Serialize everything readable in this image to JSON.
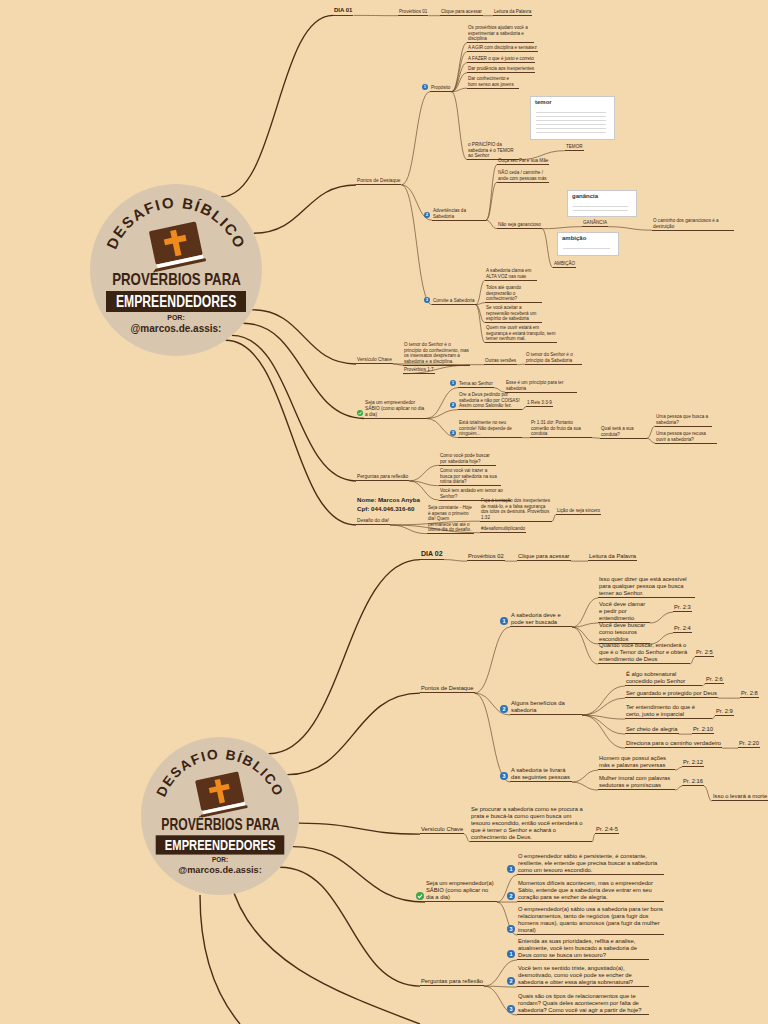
{
  "diagram": {
    "nodes": [
      {
        "text": [
          "DESAFIO BÍBLICO",
          "PROVÉRBIOS PARA",
          "EMPREENDEDORES",
          "POR:",
          "@marcos.de.assis:"
        ]
      },
      {
        "text": [
          "DIA 01"
        ]
      },
      {
        "text": [
          "Provérbios 01"
        ]
      },
      {
        "text": [
          "Clique para acessar"
        ]
      },
      {
        "text": [
          "Leitura da Palavra"
        ]
      },
      {
        "text": [
          "Pontos de Destaque"
        ]
      },
      {
        "text": [
          "Propósito"
        ]
      },
      {
        "text": [
          "Os provérbios ajudam você a experimentar a sabedoria e disciplina"
        ]
      },
      {
        "text": [
          "A AGIR com disciplina e sensatez"
        ]
      },
      {
        "text": [
          "A FAZER o que é justo e correto"
        ]
      },
      {
        "text": [
          "Dar prudência aos inexperientes"
        ]
      },
      {
        "text": [
          "Dar conhecimento e bom senso aos jovens"
        ]
      },
      {
        "text": [
          "temor"
        ]
      },
      {
        "text": [
          "o PRINCÍPIO da sabedoria é o TEMOR ao Senhor"
        ]
      },
      {
        "text": [
          "TEMOR"
        ]
      },
      {
        "text": [
          "Advertências da Sabedoria"
        ]
      },
      {
        "text": [
          "Ouça seu Pai e sua Mãe"
        ]
      },
      {
        "text": [
          "NÃO ceda / caminhe / ande com pessoas más"
        ]
      },
      {
        "text": [
          "Não seja ganancioso"
        ]
      },
      {
        "text": [
          "ganância"
        ]
      },
      {
        "text": [
          "GANÂNCIA"
        ]
      },
      {
        "text": [
          "O caminho dos gananciosos é a destruição"
        ]
      },
      {
        "text": [
          "ambição"
        ]
      },
      {
        "text": [
          "AMBIÇÃO"
        ]
      },
      {
        "text": [
          "Convite a Sabedoria"
        ]
      },
      {
        "text": [
          "A sabedoria clama em ALTA VOZ nas ruas"
        ]
      },
      {
        "text": [
          "Tolos até quando desprezarão o conhecimento?"
        ]
      },
      {
        "text": [
          "Se você aceitar a repreensão receberá um espírito de sabedoria"
        ]
      },
      {
        "text": [
          "Quem me ouvir estará em segurança e estará tranquilo, sem temer nenhum mal."
        ]
      },
      {
        "text": [
          "Versículo Chave"
        ]
      },
      {
        "text": [
          "O temor do Senhor é o princípio do conhecimento, mas os insensatos desprezam a sabedoria e a disciplina."
        ]
      },
      {
        "text": [
          "Provérbios 1:7"
        ]
      },
      {
        "text": [
          "Outras versões"
        ]
      },
      {
        "text": [
          "O temor do Senhor é o princípio da Sabedoria"
        ]
      },
      {
        "text": [
          "Seja um empreendedor SÁBIO (como aplicar no dia a dia)"
        ]
      },
      {
        "text": [
          "Tema ao Senhor"
        ]
      },
      {
        "text": [
          "Esse é um princípio para ter sabedoria"
        ]
      },
      {
        "text": [
          "Ore a Deus pedindo por sabedoria e não por COISAS! Assim como Salomão fez."
        ]
      },
      {
        "text": [
          "1 Reis 3:3-9"
        ]
      },
      {
        "text": [
          "Está totalmente no seu controle! Não depende de ninguém..."
        ]
      },
      {
        "text": [
          "Pr 1:31 diz: Portanto comerão do fruto da sua conduta"
        ]
      },
      {
        "text": [
          "Qual será a sua conduta?"
        ]
      },
      {
        "text": [
          "Uma pessoa que busca a sabedoria?"
        ]
      },
      {
        "text": [
          "Uma pessoa que recusa ouvir a sabedoria?"
        ]
      },
      {
        "text": [
          "Perguntas para reflexão"
        ]
      },
      {
        "text": [
          "Como você pode buscar por sabedoria hoje?"
        ]
      },
      {
        "text": [
          "Como você vai trazer a busca por sabedoria na sua rotina diária?"
        ]
      },
      {
        "text": [
          "Você tem andado em temor ao Senhor?"
        ]
      },
      {
        "text": [
          "Desafio do dia!"
        ]
      },
      {
        "text": [
          "Seja constante - Hoje é apenas o primeiro dia! Quem permanece vai até o último dia do desafio."
        ]
      },
      {
        "text": [
          "Fuja à tentação dos inexperientes de matá-lo, e a falsa segurança dos tolos os destruirá. Provérbios 1:32"
        ]
      },
      {
        "text": [
          "Lição de seja sincero"
        ]
      },
      {
        "text": [
          "#desafiomultiplicando"
        ]
      },
      {
        "text": [
          "DESAFIO BÍBLICO",
          "PROVÉRBIOS PARA",
          "EMPREENDEDORES",
          "POR:",
          "@marcos.de.assis:"
        ]
      },
      {
        "text": [
          "DIA 02"
        ]
      },
      {
        "text": [
          "Provérbios 02"
        ]
      },
      {
        "text": [
          "Clique para acessar"
        ]
      },
      {
        "text": [
          "Leitura da Palavra"
        ]
      },
      {
        "text": [
          "Pontos de Destaque"
        ]
      },
      {
        "text": [
          "A sabedoria deve e pode ser buscada"
        ]
      },
      {
        "text": [
          "Isso quer dizer que está acessível para qualquer pessoa que busca temer ao Senhor."
        ]
      },
      {
        "text": [
          "Você deve clamar e pedir por entendimento"
        ]
      },
      {
        "text": [
          "Pr. 2:3"
        ]
      },
      {
        "text": [
          "Você deve buscar como tesouros escondidos"
        ]
      },
      {
        "text": [
          "Pr. 2:4"
        ]
      },
      {
        "text": [
          "Quando você buscar, entenderá o que é o Temor do Senhor e obterá entendimento de Deus"
        ]
      },
      {
        "text": [
          "Pr. 2:5"
        ]
      },
      {
        "text": [
          "Alguns benefícios da sabedoria"
        ]
      },
      {
        "text": [
          "É algo sobrenatural concedido pelo Senhor"
        ]
      },
      {
        "text": [
          "Pr. 2:6"
        ]
      },
      {
        "text": [
          "Ser guardado e protegido por Deus"
        ]
      },
      {
        "text": [
          "Pr. 2:8"
        ]
      },
      {
        "text": [
          "Ter entendimento do que é certo, justo e imparcial"
        ]
      },
      {
        "text": [
          "Pr. 2:9"
        ]
      },
      {
        "text": [
          "Ser cheio de alegria"
        ]
      },
      {
        "text": [
          "Pr. 2:10"
        ]
      },
      {
        "text": [
          "Direciona para o caminho verdadeiro"
        ]
      },
      {
        "text": [
          "Pr. 2:20"
        ]
      },
      {
        "text": [
          "A sabedoria te livrará das seguintes pessoas"
        ]
      },
      {
        "text": [
          "Homem que possui ações más e palavras perversas"
        ]
      },
      {
        "text": [
          "Pr. 2:12"
        ]
      },
      {
        "text": [
          "Mulher imoral com palavras sedutoras e promíscuas"
        ]
      },
      {
        "text": [
          "Pr. 2:16"
        ]
      },
      {
        "text": [
          "Isso o levará a morte"
        ]
      },
      {
        "text": [
          "Versículo Chave"
        ]
      },
      {
        "text": [
          "Se procurar a sabedoria como se procura a prata e buscá-la como quem busca um tesouro escondido, então você entenderá o que é temer o Senhor e achará o conhecimento de Deus."
        ]
      },
      {
        "text": [
          "Pr. 2:4-5"
        ]
      },
      {
        "text": [
          "Seja um empreendedor(a) SÁBIO (como aplicar no dia a dia)"
        ]
      },
      {
        "text": [
          "O empreendedor sábio é persistente, é constante, resiliente, ele entende que precisa buscar a sabedoria como um tesouro escondido."
        ]
      },
      {
        "text": [
          "Momentos difíceis acontecem, mas o empreendedor Sábio, entende que a sabedoria deve entrar em seu coração para se encher de alegria."
        ]
      },
      {
        "text": [
          "O empreendedor(a) sábio usa a sabedoria para ter bons relacionamentos, tanto de negócios (para fugir dos homens maus), quanto amorosos (para fugir da mulher imoral)"
        ]
      },
      {
        "text": [
          "Perguntas para reflexão"
        ]
      },
      {
        "text": [
          "Entenda as suas prioridades, reflita e analise, atualmente, você tem buscado a sabedoria de Deus como se busca um tesouro?"
        ]
      },
      {
        "text": [
          "Você tem se sentido triste, angustiado(a), desmotivado, como você pode se encher de sabedoria e obter essa alegria sobrenatural?"
        ]
      },
      {
        "text": [
          "Quais são os tipos de relacionamentos que te rondam? Quais deles acontecerem por falta de sabedoria? Como você vai agir a partir de hoje?"
        ]
      }
    ],
    "edges": [
      {
        "from": 0,
        "to": 1,
        "arrow": "none"
      },
      {
        "from": 1,
        "to": 2,
        "arrow": "none"
      },
      {
        "from": 2,
        "to": 3,
        "arrow": "none"
      },
      {
        "from": 3,
        "to": 4,
        "arrow": "none"
      },
      {
        "from": 0,
        "to": 5,
        "arrow": "none"
      },
      {
        "from": 5,
        "to": 6,
        "arrow": "none"
      },
      {
        "from": 6,
        "to": 7,
        "arrow": "none"
      },
      {
        "from": 6,
        "to": 8,
        "arrow": "none"
      },
      {
        "from": 6,
        "to": 9,
        "arrow": "none"
      },
      {
        "from": 6,
        "to": 10,
        "arrow": "none"
      },
      {
        "from": 6,
        "to": 11,
        "arrow": "none"
      },
      {
        "from": 6,
        "to": 13,
        "arrow": "none"
      },
      {
        "from": 13,
        "to": 14,
        "arrow": "none"
      },
      {
        "from": 5,
        "to": 15,
        "arrow": "none"
      },
      {
        "from": 15,
        "to": 16,
        "arrow": "none"
      },
      {
        "from": 15,
        "to": 17,
        "arrow": "none"
      },
      {
        "from": 15,
        "to": 18,
        "arrow": "none"
      },
      {
        "from": 18,
        "to": 20,
        "arrow": "none"
      },
      {
        "from": 20,
        "to": 21,
        "arrow": "none"
      },
      {
        "from": 18,
        "to": 23,
        "arrow": "none"
      },
      {
        "from": 5,
        "to": 24,
        "arrow": "none"
      },
      {
        "from": 24,
        "to": 25,
        "arrow": "none"
      },
      {
        "from": 24,
        "to": 26,
        "arrow": "none"
      },
      {
        "from": 24,
        "to": 27,
        "arrow": "none"
      },
      {
        "from": 24,
        "to": 28,
        "arrow": "none"
      },
      {
        "from": 0,
        "to": 29,
        "arrow": "none"
      },
      {
        "from": 29,
        "to": 30,
        "arrow": "none"
      },
      {
        "from": 30,
        "to": 31,
        "arrow": "none"
      },
      {
        "from": 29,
        "to": 32,
        "arrow": "none"
      },
      {
        "from": 32,
        "to": 33,
        "arrow": "none"
      },
      {
        "from": 0,
        "to": 34,
        "arrow": "none"
      },
      {
        "from": 34,
        "to": 35,
        "arrow": "none"
      },
      {
        "from": 35,
        "to": 36,
        "arrow": "none"
      },
      {
        "from": 34,
        "to": 37,
        "arrow": "none"
      },
      {
        "from": 37,
        "to": 38,
        "arrow": "none"
      },
      {
        "from": 34,
        "to": 39,
        "arrow": "none"
      },
      {
        "from": 39,
        "to": 40,
        "arrow": "none"
      },
      {
        "from": 40,
        "to": 41,
        "arrow": "none"
      },
      {
        "from": 41,
        "to": 42,
        "arrow": "none"
      },
      {
        "from": 41,
        "to": 43,
        "arrow": "none"
      },
      {
        "from": 0,
        "to": 44,
        "arrow": "none"
      },
      {
        "from": 44,
        "to": 45,
        "arrow": "none"
      },
      {
        "from": 44,
        "to": 46,
        "arrow": "none"
      },
      {
        "from": 44,
        "to": 47,
        "arrow": "none"
      },
      {
        "from": 0,
        "to": 48,
        "arrow": "none"
      },
      {
        "from": 48,
        "to": 49,
        "arrow": "none"
      },
      {
        "from": 48,
        "to": 50,
        "arrow": "none"
      },
      {
        "from": 50,
        "to": 51,
        "arrow": "none"
      },
      {
        "from": 48,
        "to": 52,
        "arrow": "none"
      },
      {
        "from": 53,
        "to": 54,
        "arrow": "none"
      },
      {
        "from": 54,
        "to": 55,
        "arrow": "none"
      },
      {
        "from": 55,
        "to": 56,
        "arrow": "none"
      },
      {
        "from": 56,
        "to": 57,
        "arrow": "none"
      },
      {
        "from": 53,
        "to": 58,
        "arrow": "none"
      },
      {
        "from": 58,
        "to": 59,
        "arrow": "none"
      },
      {
        "from": 59,
        "to": 60,
        "arrow": "none"
      },
      {
        "from": 59,
        "to": 61,
        "arrow": "none"
      },
      {
        "from": 61,
        "to": 62,
        "arrow": "none"
      },
      {
        "from": 59,
        "to": 63,
        "arrow": "none"
      },
      {
        "from": 63,
        "to": 64,
        "arrow": "none"
      },
      {
        "from": 59,
        "to": 65,
        "arrow": "none"
      },
      {
        "from": 65,
        "to": 66,
        "arrow": "none"
      },
      {
        "from": 58,
        "to": 67,
        "arrow": "none"
      },
      {
        "from": 67,
        "to": 68,
        "arrow": "none"
      },
      {
        "from": 68,
        "to": 69,
        "arrow": "none"
      },
      {
        "from": 67,
        "to": 70,
        "arrow": "none"
      },
      {
        "from": 70,
        "to": 71,
        "arrow": "none"
      },
      {
        "from": 67,
        "to": 72,
        "arrow": "none"
      },
      {
        "from": 72,
        "to": 73,
        "arrow": "none"
      },
      {
        "from": 67,
        "to": 74,
        "arrow": "none"
      },
      {
        "from": 74,
        "to": 75,
        "arrow": "none"
      },
      {
        "from": 67,
        "to": 76,
        "arrow": "none"
      },
      {
        "from": 76,
        "to": 77,
        "arrow": "none"
      },
      {
        "from": 58,
        "to": 78,
        "arrow": "none"
      },
      {
        "from": 78,
        "to": 79,
        "arrow": "none"
      },
      {
        "from": 79,
        "to": 80,
        "arrow": "none"
      },
      {
        "from": 78,
        "to": 81,
        "arrow": "none"
      },
      {
        "from": 81,
        "to": 82,
        "arrow": "none"
      },
      {
        "from": 82,
        "to": 83,
        "arrow": "none"
      },
      {
        "from": 53,
        "to": 84,
        "arrow": "none"
      },
      {
        "from": 84,
        "to": 85,
        "arrow": "none"
      },
      {
        "from": 85,
        "to": 86,
        "arrow": "none"
      },
      {
        "from": 53,
        "to": 87,
        "arrow": "none"
      },
      {
        "from": 87,
        "to": 88,
        "arrow": "none"
      },
      {
        "from": 87,
        "to": 89,
        "arrow": "none"
      },
      {
        "from": 87,
        "to": 90,
        "arrow": "none"
      },
      {
        "from": 53,
        "to": 91,
        "arrow": "none"
      },
      {
        "from": 91,
        "to": 92,
        "arrow": "none"
      },
      {
        "from": 91,
        "to": 93,
        "arrow": "none"
      },
      {
        "from": 91,
        "to": 94,
        "arrow": "none"
      }
    ],
    "labels": [
      "Nome: Marcos Anyba",
      "Cpf: 044.046.316-60",
      "1",
      "2",
      "3",
      "1",
      "2",
      "3",
      "1",
      "2",
      "3",
      "1",
      "2",
      "3",
      "1",
      "2",
      "3"
    ]
  }
}
